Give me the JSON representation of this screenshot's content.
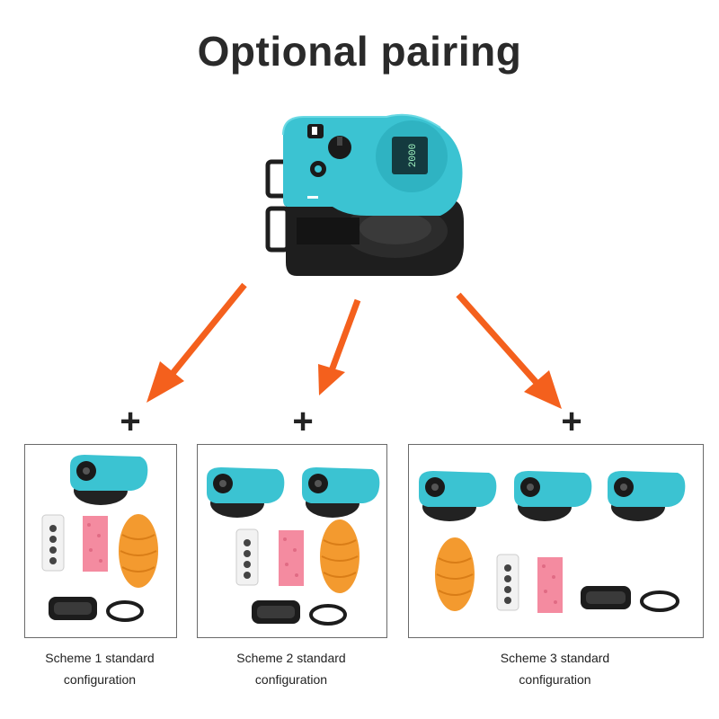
{
  "title": "Optional pairing",
  "plus_symbol": "+",
  "device_display": "2000",
  "schemes": [
    {
      "line1": "Scheme 1 standard",
      "line2": "configuration",
      "machines": 1
    },
    {
      "line1": "Scheme 2 standard",
      "line2": "configuration",
      "machines": 2
    },
    {
      "line1": "Scheme 3 standard",
      "line2": "configuration",
      "machines": 3
    }
  ],
  "colors": {
    "device_teal": "#3bc3d2",
    "device_base": "#1e1e1e",
    "arrow_orange": "#f4601d",
    "yarn_orange": "#f39a2f",
    "sponge_pink": "#f48ba0",
    "band_black": "#1c1c1c",
    "border_gray": "#6a6a6a"
  },
  "icons": [
    "knitting-machine-icon",
    "remote-control-icon",
    "sponge-icon",
    "yarn-ball-icon",
    "elastic-band-icon",
    "arrow-icon",
    "plus-icon"
  ]
}
